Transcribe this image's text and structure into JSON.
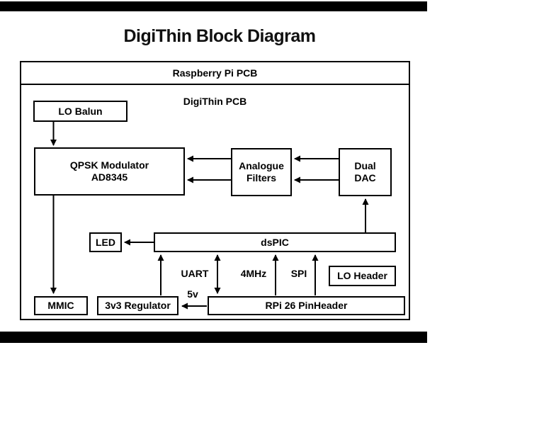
{
  "title": "DigiThin Block Diagram",
  "diagram": {
    "outer_label": "Raspberry Pi PCB",
    "inner_label": "DigiThin PCB",
    "blocks": {
      "lo_balun": "LO Balun",
      "qpsk_line1": "QPSK Modulator",
      "qpsk_line2": "AD8345",
      "filters_line1": "Analogue",
      "filters_line2": "Filters",
      "dac_line1": "Dual",
      "dac_line2": "DAC",
      "led": "LED",
      "dspic": "dsPIC",
      "lo_header": "LO Header",
      "mmic": "MMIC",
      "regulator": "3v3 Regulator",
      "rpi_header": "RPi 26 PinHeader"
    },
    "bus_labels": {
      "uart": "UART",
      "clock": "4MHz",
      "spi": "SPI",
      "power": "5v"
    },
    "connections": [
      {
        "from": "LO Balun",
        "to": "QPSK Modulator AD8345"
      },
      {
        "from": "QPSK Modulator AD8345",
        "to": "MMIC"
      },
      {
        "from": "Analogue Filters",
        "to": "QPSK Modulator AD8345",
        "lines": 2
      },
      {
        "from": "Dual DAC",
        "to": "Analogue Filters",
        "lines": 2
      },
      {
        "from": "dsPIC",
        "to": "Dual DAC"
      },
      {
        "from": "dsPIC",
        "to": "LED"
      },
      {
        "from": "3v3 Regulator",
        "to": "dsPIC"
      },
      {
        "from": "dsPIC",
        "to": "RPi 26 PinHeader",
        "label": "UART",
        "bidirectional": true
      },
      {
        "from": "RPi 26 PinHeader",
        "to": "dsPIC",
        "label": "4MHz"
      },
      {
        "from": "RPi 26 PinHeader",
        "to": "dsPIC",
        "label": "SPI"
      },
      {
        "from": "RPi 26 PinHeader",
        "to": "3v3 Regulator",
        "label": "5v"
      }
    ],
    "colors": {
      "line": "#000000",
      "background": "#ffffff",
      "frame_bar": "#000000"
    }
  }
}
